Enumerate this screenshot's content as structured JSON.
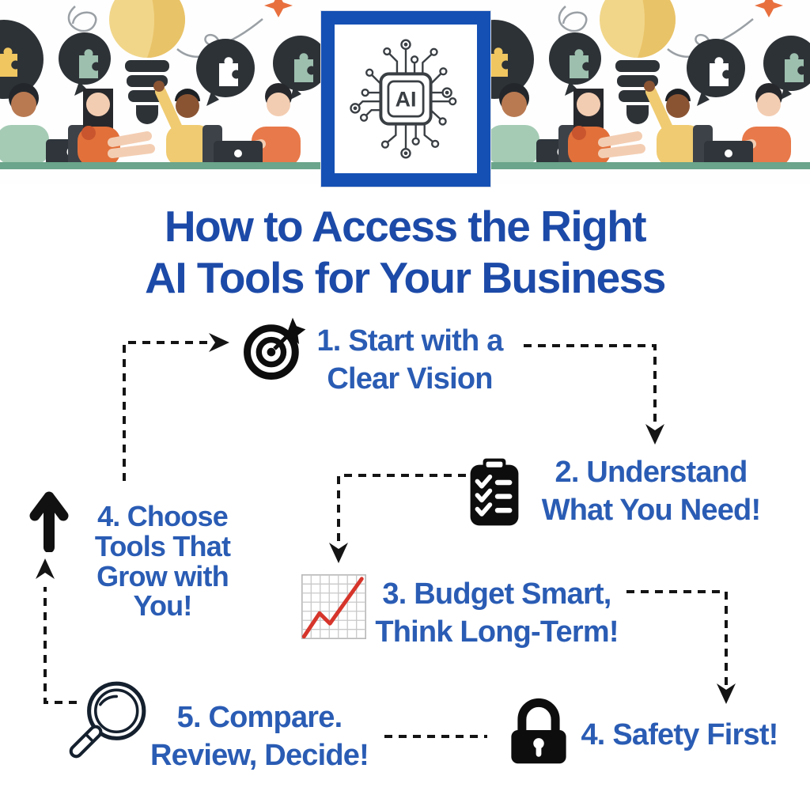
{
  "colors": {
    "title_blue": "#1c4aa8",
    "step_blue": "#2a5cb4",
    "logo_frame_blue": "#1550b4",
    "chart_line_red": "#d6352b",
    "desk_green": "#6ba58b",
    "icon_black": "#0d0d0d"
  },
  "header": {
    "logo_text": "AI"
  },
  "title": {
    "line1": "How to Access the Right",
    "line2": "AI Tools for Your Business"
  },
  "steps": [
    {
      "name": "start-with-clear-vision",
      "icon": "target-icon",
      "lines": [
        "1. Start with a",
        "Clear Vision"
      ]
    },
    {
      "name": "understand-what-you-need",
      "icon": "clipboard-checklist-icon",
      "lines": [
        "2. Understand",
        "What You Need!"
      ]
    },
    {
      "name": "budget-smart",
      "icon": "growth-chart-icon",
      "lines": [
        "3. Budget Smart,",
        "Think Long-Term!"
      ]
    },
    {
      "name": "safety-first",
      "icon": "padlock-icon",
      "lines": [
        "4. Safety First!"
      ]
    },
    {
      "name": "compare-review-decide",
      "icon": "magnifying-glass-icon",
      "lines": [
        "5. Compare.",
        "Review, Decide!"
      ]
    },
    {
      "name": "choose-tools-that-grow",
      "icon": "up-arrow-icon",
      "lines": [
        "4. Choose",
        "Tools That",
        "Grow with",
        "You!"
      ]
    }
  ]
}
